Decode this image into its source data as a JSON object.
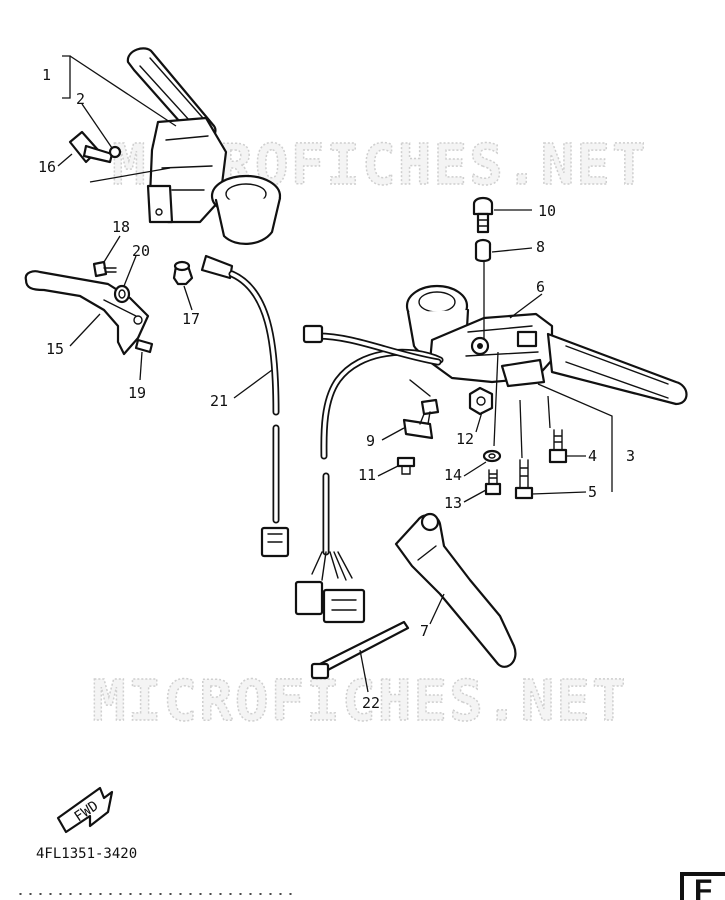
{
  "watermark_top": "MICROFICHES.NET",
  "watermark_bottom": "MICROFICHES.NET",
  "diagram_code": "4FL1351-3420",
  "fwd_label": "FWD",
  "corner_letter": "F",
  "callouts": {
    "c1": "1",
    "c2": "2",
    "c3": "3",
    "c4": "4",
    "c5": "5",
    "c6": "6",
    "c7": "7",
    "c8": "8",
    "c9": "9",
    "c10": "10",
    "c11": "11",
    "c12": "12",
    "c13": "13",
    "c14": "14",
    "c15": "15",
    "c16": "16",
    "c17": "17",
    "c18": "18",
    "c19": "19",
    "c20": "20",
    "c21": "21",
    "c22": "22"
  }
}
